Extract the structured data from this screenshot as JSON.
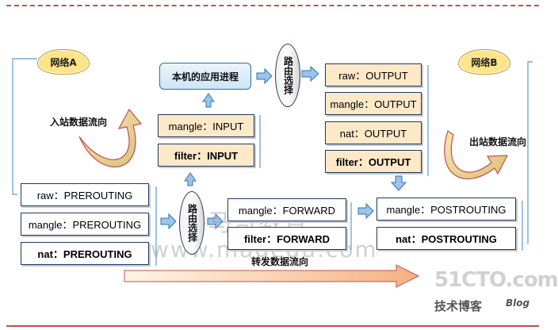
{
  "clouds": {
    "left": "网络A",
    "right": "网络B"
  },
  "app_process": "本机的应用进程",
  "route_top": "路由选择",
  "route_mid": "路由选择",
  "input_chain": [
    "mangle：INPUT",
    "filter：INPUT"
  ],
  "output_chain": [
    "raw：OUTPUT",
    "mangle：OUTPUT",
    "nat：OUTPUT",
    "filter：OUTPUT"
  ],
  "prerouting_chain": [
    "raw：PREROUTING",
    "mangle：PREROUTING",
    "nat：PREROUTING"
  ],
  "forward_chain": [
    "mangle：FORWARD",
    "filter：FORWARD"
  ],
  "postrouting_chain": [
    "mangle：POSTROUTING",
    "nat：POSTROUTING"
  ],
  "flow_labels": {
    "inbound": "入站数据流向",
    "outbound": "出站数据流向",
    "forward": "转发数据流向"
  },
  "watermark": {
    "text": "马哥教育",
    "url": "www.magedu.com"
  },
  "logo": {
    "main": "51CTO.com",
    "sub": "技术博客",
    "blog": "Blog"
  },
  "colors": {
    "chain_border": "#1f3864",
    "arrow_blue": "#6fa8dc",
    "cloud": "#ffe48a",
    "flow_arrow": "#f9c98f"
  }
}
